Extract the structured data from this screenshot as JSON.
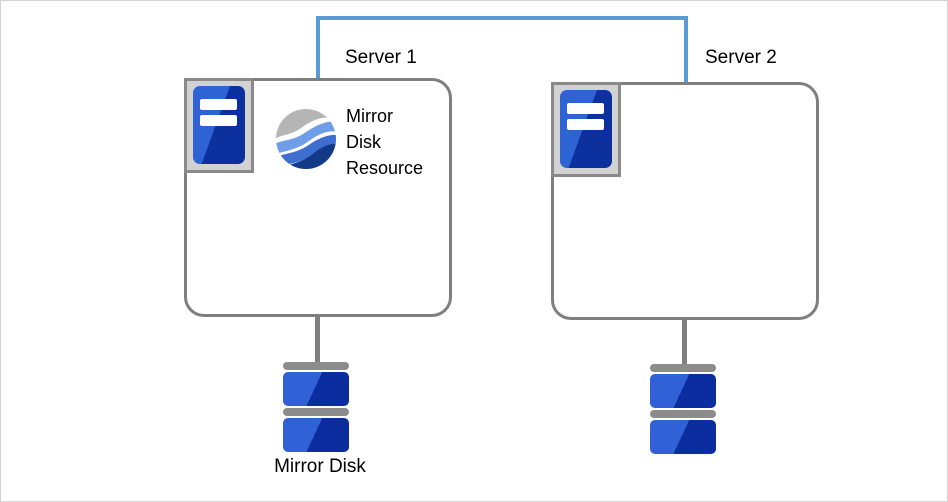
{
  "diagram": {
    "servers": [
      {
        "name": "Server 1"
      },
      {
        "name": "Server 2"
      }
    ],
    "resource": {
      "label": "Mirror\nDisk\nResource"
    },
    "disk": {
      "left_label": "Mirror Disk"
    },
    "colors": {
      "interconnect_blue": "#5B9BD5",
      "box_border_gray": "#7f7f7f",
      "icon_plate_gray": "#d2d2d2",
      "tower_blue_light": "#2e63d4",
      "tower_blue_dark": "#0d309f",
      "disk_blue_light": "#3161d6",
      "disk_blue_dark": "#0b2da0",
      "disk_cap_gray": "#8c8c8c",
      "swirl_gray": "#b5b5b5",
      "swirl_light_blue": "#6f9ee8",
      "swirl_mid_blue": "#3e6ed0",
      "swirl_navy": "#123a86"
    },
    "icons": {
      "server": "server-tower-icon",
      "resource": "mirror-waves-globe-icon",
      "disk": "disk-stack-icon"
    }
  }
}
